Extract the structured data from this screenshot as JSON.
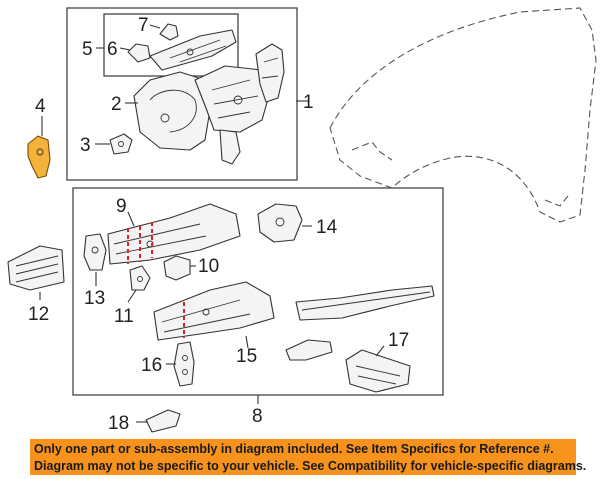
{
  "callouts": {
    "c1": "1",
    "c2": "2",
    "c3": "3",
    "c4": "4",
    "c5": "5",
    "c6": "6",
    "c7": "7",
    "c8": "8",
    "c9": "9",
    "c10": "10",
    "c11": "11",
    "c12": "12",
    "c13": "13",
    "c14": "14",
    "c15": "15",
    "c16": "16",
    "c17": "17",
    "c18": "18"
  },
  "notice": {
    "line1": "Only one part or sub-assembly in diagram included. See Item Specifics for Reference #.",
    "line2": "Diagram may not be specific to your vehicle. See Compatibility for vehicle-specific diagrams."
  },
  "colors": {
    "notice_background": "#f7931d",
    "cut_lines": "#e0201b",
    "line_art": "#333333"
  }
}
